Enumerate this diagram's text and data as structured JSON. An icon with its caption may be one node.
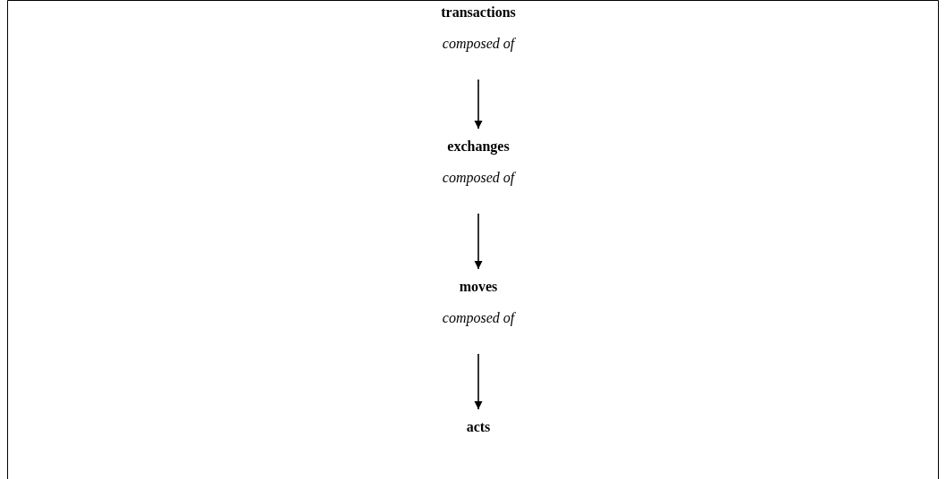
{
  "diagram": {
    "nodes": [
      {
        "text": [
          "transactions"
        ]
      },
      {
        "text": [
          "exchanges"
        ]
      },
      {
        "text": [
          "moves"
        ]
      },
      {
        "text": [
          "acts"
        ]
      }
    ],
    "edges": [
      {
        "from": 0,
        "to": 1,
        "arrow": "to",
        "label": "composed of"
      },
      {
        "from": 1,
        "to": 2,
        "arrow": "to",
        "label": "composed of"
      },
      {
        "from": 2,
        "to": 3,
        "arrow": "to",
        "label": "composed of"
      }
    ]
  }
}
